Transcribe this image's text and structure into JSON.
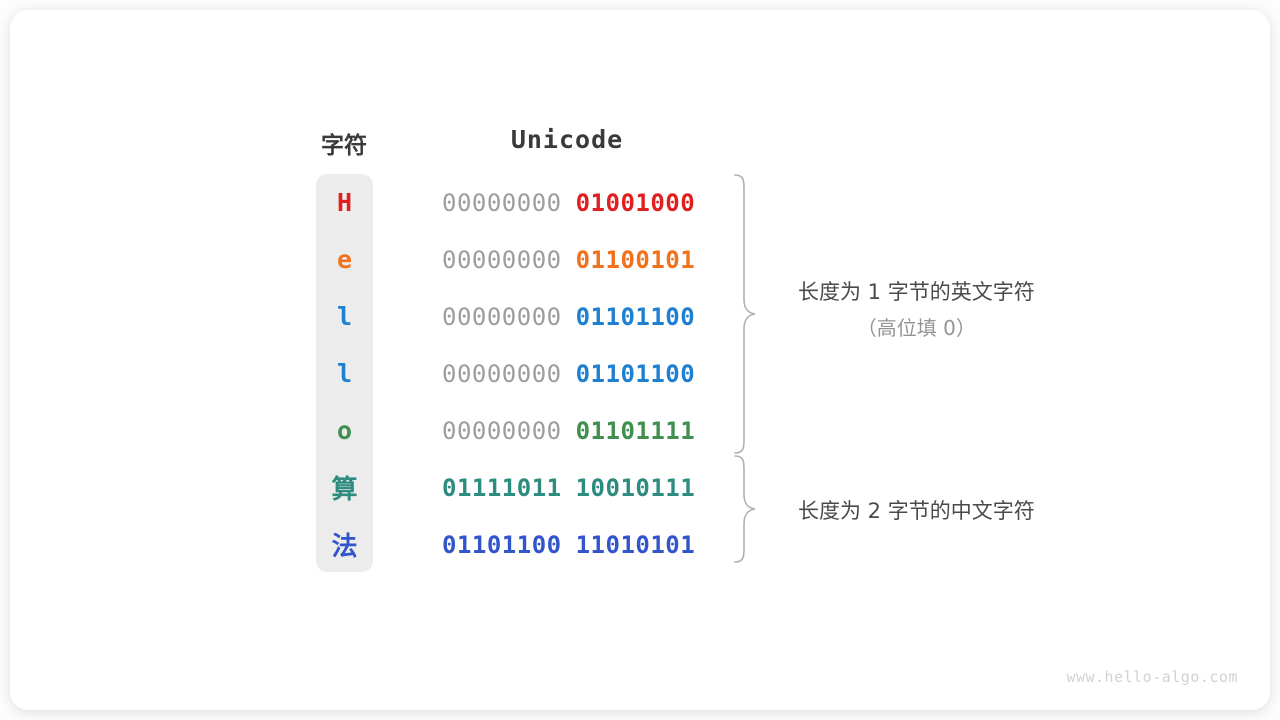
{
  "watermark": "www.hello-algo.com",
  "headers": {
    "character": "字符",
    "unicode": "Unicode"
  },
  "colors": {
    "card_background": "#ffffff",
    "page_background": "#fdfdfd",
    "column_background": "#ececec",
    "padding_bits": "#9d9d9d",
    "red": "#e02020",
    "orange": "#f2711c",
    "blue": "#1f7fd0",
    "green": "#3f8f4f",
    "teal": "#2e8b7f",
    "indigo": "#3355cc",
    "brace": "#b0b0b0",
    "annotation_text": "#4a4a4a",
    "annotation_sub_text": "#949494",
    "watermark": "#d2d2d2"
  },
  "rows": [
    {
      "char": "H",
      "script": "latin",
      "color": "#e02020",
      "pad": "00000000",
      "value": "01001000",
      "pad_colored": false
    },
    {
      "char": "e",
      "script": "latin",
      "color": "#f2711c",
      "pad": "00000000",
      "value": "01100101",
      "pad_colored": false
    },
    {
      "char": "l",
      "script": "latin",
      "color": "#1f7fd0",
      "pad": "00000000",
      "value": "01101100",
      "pad_colored": false
    },
    {
      "char": "l",
      "script": "latin",
      "color": "#1f7fd0",
      "pad": "00000000",
      "value": "01101100",
      "pad_colored": false
    },
    {
      "char": "o",
      "script": "latin",
      "color": "#3f8f4f",
      "pad": "00000000",
      "value": "01101111",
      "pad_colored": false
    },
    {
      "char": "算",
      "script": "cjk",
      "color": "#2e8b7f",
      "pad": "01111011",
      "value": "10010111",
      "pad_colored": true
    },
    {
      "char": "法",
      "script": "cjk",
      "color": "#3355cc",
      "pad": "01101100",
      "value": "11010101",
      "pad_colored": true
    }
  ],
  "annotations": [
    {
      "line1": "长度为 1 字节的英文字符",
      "line2": "（高位填 0）"
    },
    {
      "line1": "长度为 2 字节的中文字符",
      "line2": ""
    }
  ]
}
